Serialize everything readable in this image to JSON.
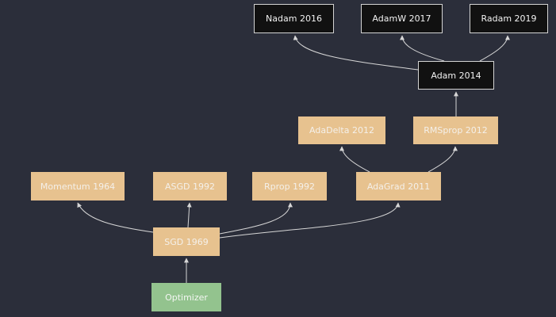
{
  "diagram": {
    "nodes": [
      {
        "id": "nadam",
        "label": "Nadam 2016"
      },
      {
        "id": "adamw",
        "label": "AdamW 2017"
      },
      {
        "id": "radam",
        "label": "Radam 2019"
      },
      {
        "id": "adam",
        "label": "Adam 2014"
      },
      {
        "id": "adadelta",
        "label": "AdaDelta 2012"
      },
      {
        "id": "rmsprop",
        "label": "RMSprop 2012"
      },
      {
        "id": "momentum",
        "label": "Momentum 1964"
      },
      {
        "id": "asgd",
        "label": "ASGD 1992"
      },
      {
        "id": "rprop",
        "label": "Rprop 1992"
      },
      {
        "id": "adagrad",
        "label": "AdaGrad 2011"
      },
      {
        "id": "sgd",
        "label": "SGD 1969"
      },
      {
        "id": "optimizer",
        "label": "Optimizer"
      }
    ],
    "edges": [
      {
        "from": "optimizer",
        "to": "sgd"
      },
      {
        "from": "sgd",
        "to": "momentum"
      },
      {
        "from": "sgd",
        "to": "asgd"
      },
      {
        "from": "sgd",
        "to": "rprop"
      },
      {
        "from": "sgd",
        "to": "adagrad"
      },
      {
        "from": "adagrad",
        "to": "adadelta"
      },
      {
        "from": "adagrad",
        "to": "rmsprop"
      },
      {
        "from": "rmsprop",
        "to": "adam"
      },
      {
        "from": "adam",
        "to": "nadam"
      },
      {
        "from": "adam",
        "to": "adamw"
      },
      {
        "from": "adam",
        "to": "radam"
      }
    ],
    "colors": {
      "background": "#2b2e3a",
      "dark_node": "#111111",
      "tan_node": "#e7c28f",
      "green_node": "#93c38e",
      "edge": "#d6d6d6"
    }
  }
}
